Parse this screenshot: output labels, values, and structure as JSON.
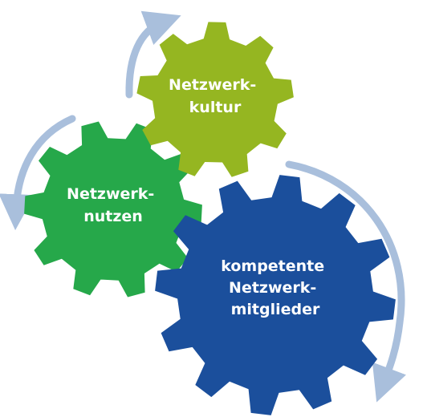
{
  "diagram": {
    "gears": [
      {
        "id": "netzwerkkultur",
        "lines": [
          "Netzwerk-",
          "kultur"
        ],
        "color": "#95b621"
      },
      {
        "id": "netzwerknutzen",
        "lines": [
          "Netzwerk-",
          "nutzen"
        ],
        "color": "#26a84a"
      },
      {
        "id": "kompetente-netzwerkmitglieder",
        "lines": [
          "kompetente",
          "Netzwerk-",
          "mitglieder"
        ],
        "color": "#1b4f9c"
      }
    ],
    "arrow_color": "#a9bfdc",
    "background": "#ffffff"
  }
}
